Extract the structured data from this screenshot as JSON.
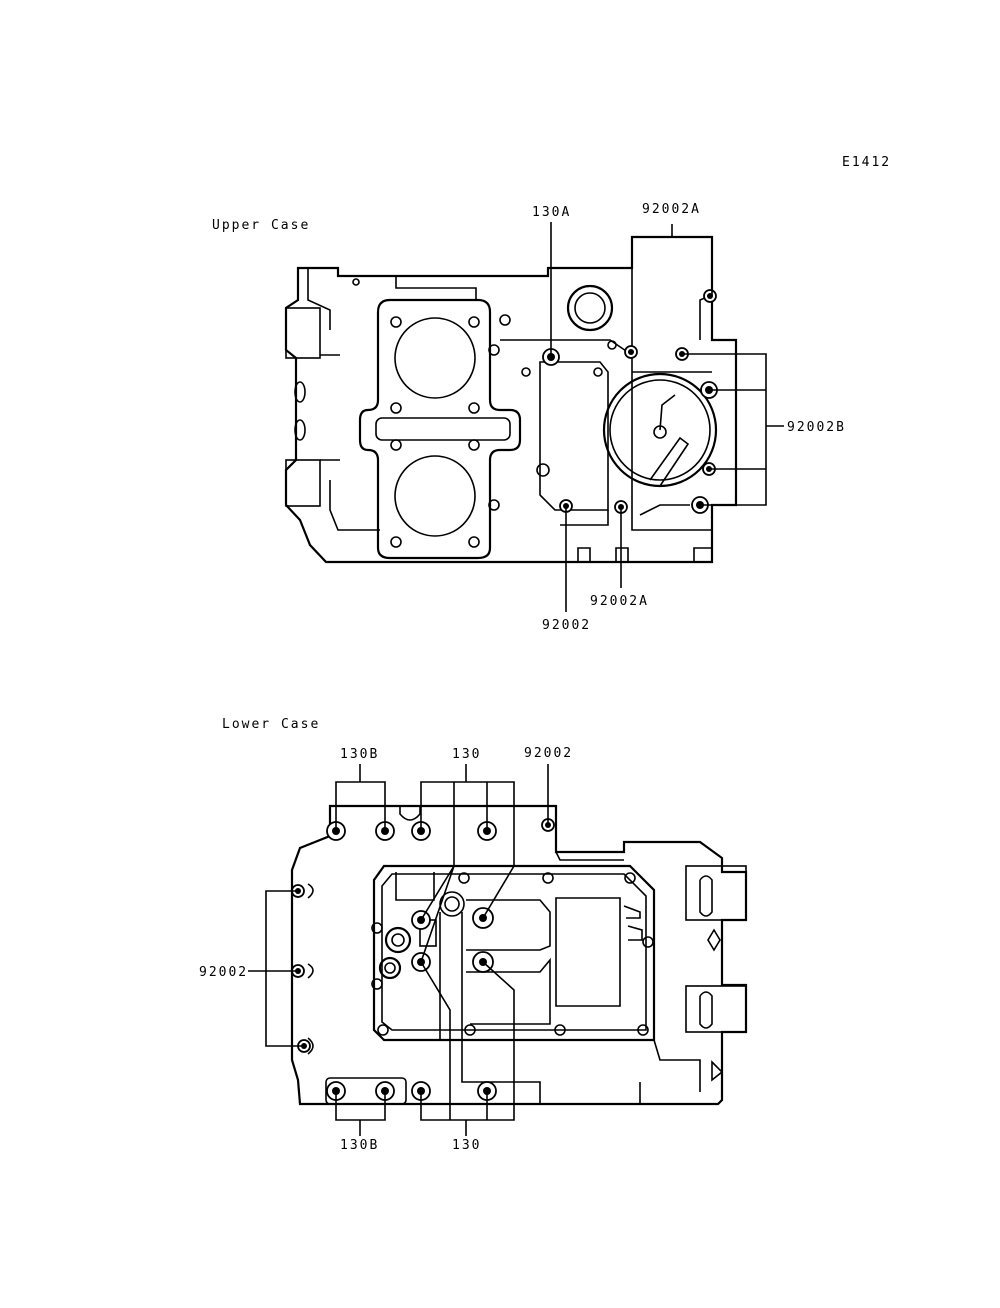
{
  "diagram_code": "E1412",
  "upper_case": {
    "title": "Upper Case",
    "labels": {
      "l130A": "130A",
      "l92002A_top": "92002A",
      "l92002B": "92002B",
      "l92002A_bottom": "92002A",
      "l92002": "92002"
    }
  },
  "lower_case": {
    "title": "Lower Case",
    "labels": {
      "l130B_top": "130B",
      "l130_top": "130",
      "l92002_top": "92002",
      "l92002_left": "92002",
      "l130B_bottom": "130B",
      "l130_bottom": "130"
    }
  }
}
